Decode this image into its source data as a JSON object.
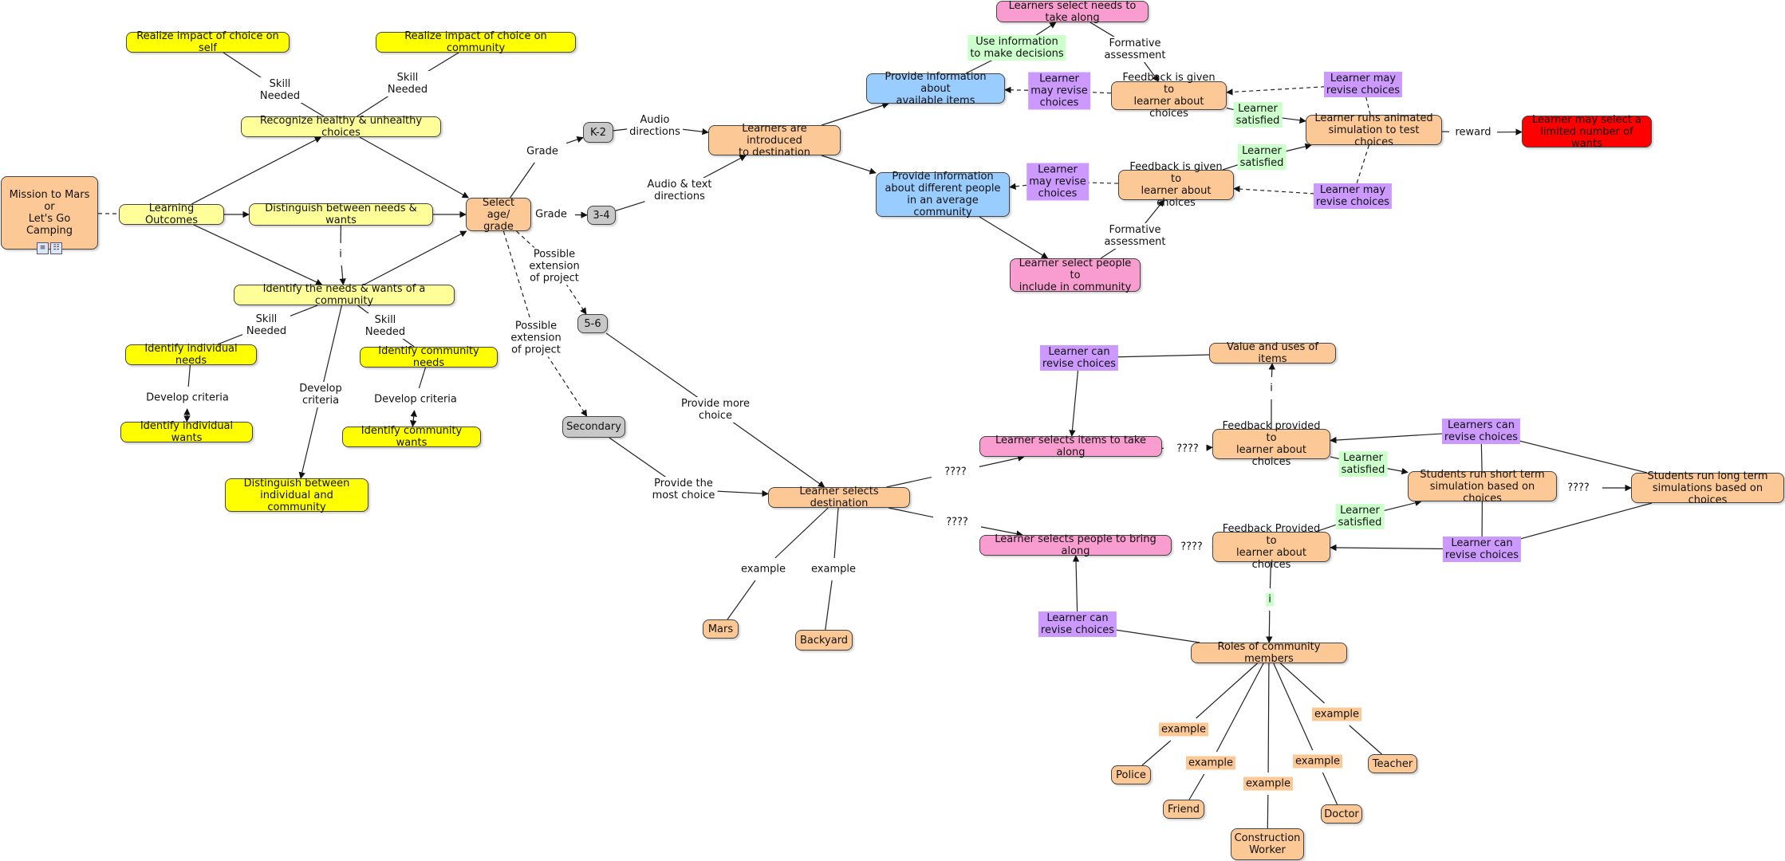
{
  "colors": {
    "peach": "#fcc895",
    "yellow": "#ffff00",
    "light_yellow": "#ffff99",
    "gray": "#c8c8c8",
    "blue": "#99ccff",
    "pink": "#f99ccf",
    "red": "#ff0000",
    "green_label": "#ccffcc",
    "purple_label": "#cc99ff",
    "peach_label": "#fcc895"
  },
  "icons": [
    "document-icon",
    "concept-map-icon"
  ],
  "nodes": {
    "mission": "Mission to Mars\nor\nLet's Go Camping",
    "learning_outcomes": "Learning Outcomes",
    "realize_self": "Realize impact of choice on self",
    "realize_community": "Realize impact of choice on community",
    "recognize": "Recognize healthy & unhealthy choices",
    "distinguish_nw": "Distinguish between needs & wants",
    "identify_nw": "Identify the needs & wants of a community",
    "ind_needs": "Identify individual needs",
    "ind_wants": "Identify individual wants",
    "com_needs": "Identify community needs",
    "com_wants": "Identify community wants",
    "distinguish_ic": "Distinguish between\nindividual and community",
    "select_age": "Select\nage/ grade",
    "k2": "K-2",
    "g34": "3-4",
    "g56": "5-6",
    "secondary": "Secondary",
    "introduced": "Learners are introduced\nto destination",
    "select_needs": "Learners select needs to take along",
    "info_items": "Provide information about\navailable items",
    "info_people": "Provide information\nabout different people\nin an average community",
    "feedback_top": "Feedback is given to\nlearner about choices",
    "feedback_mid": "Feedback is given to\nlearner about choices",
    "runs_animated": "Learner runs animated\nsimulation to test choices",
    "may_select": "Learner may select a\nlimited number of wants",
    "select_people_include": "Learner select people to\ninclude in community",
    "selects_destination": "Learner selects destination",
    "mars": "Mars",
    "backyard": "Backyard",
    "selects_items": "Learner selects items to take along",
    "selects_people": "Learner selects people to bring along",
    "value_uses": "Value and uses of items",
    "feedback_items": "Feedback provided to\nlearner about choices",
    "feedback_people": "Feedback Provided to\nlearner about choices",
    "short_sim": "Students run short term\nsimulation based on choices",
    "long_sim": "Students run long term\nsimulations based on choices",
    "roles": "Roles of community members",
    "police": "Police",
    "friend": "Friend",
    "construction": "Construction\nWorker",
    "doctor": "Doctor",
    "teacher": "Teacher"
  },
  "labels": {
    "skill_needed_1": "Skill\nNeeded",
    "skill_needed_2": "Skill\nNeeded",
    "skill_needed_3": "Skill\nNeeded",
    "skill_needed_4": "Skill\nNeeded",
    "develop_criteria_1": "Develop criteria",
    "develop_criteria_2": "Develop criteria",
    "develop_criteria_3": "Develop\ncriteria",
    "grade_1": "Grade",
    "grade_2": "Grade",
    "audio_dir": "Audio\ndirections",
    "audio_text": "Audio & text\ndirections",
    "possible_ext_1": "Possible\nextension\nof project",
    "possible_ext_2": "Possible\nextension\nof project",
    "provide_more": "Provide more\nchoice",
    "provide_most": "Provide the\nmost choice",
    "use_info": "Use information\nto make decisions",
    "formative_1": "Formative\nassessment",
    "formative_2": "Formative\nassessment",
    "may_revise_1": "Learner\nmay revise\nchoices",
    "may_revise_2": "Learner may\nrevise choices",
    "may_revise_3": "Learner\nmay revise\nchoices",
    "may_revise_4": "Learner may\nrevise choices",
    "satisfied_1": "Learner\nsatisfied",
    "satisfied_2": "Learner\nsatisfied",
    "satisfied_3": "Learner\nsatisfied",
    "satisfied_4": "Learner\nsatisfied",
    "reward": "reward",
    "example_mars": "example",
    "example_backyard": "example",
    "q_items": "????",
    "q_people": "????",
    "q_items2": "????",
    "q_people2": "????",
    "q_long": "????",
    "can_revise_1": "Learner can\nrevise choices",
    "can_revise_2": "Learners can\nrevise choices",
    "can_revise_3": "Learner can\nrevise choices",
    "can_revise_4": "Learner can\nrevise choices",
    "i_1": "i",
    "i_2": "i",
    "i_3": "i",
    "ex_police": "example",
    "ex_friend": "example",
    "ex_construction": "example",
    "ex_doctor": "example",
    "ex_teacher": "example"
  }
}
